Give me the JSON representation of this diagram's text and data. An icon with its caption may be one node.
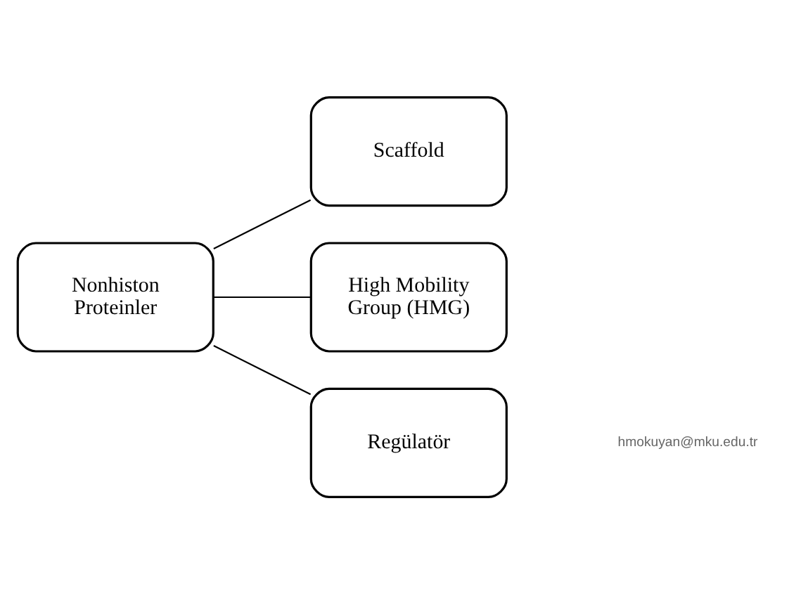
{
  "diagram": {
    "nodes": [
      {
        "text": [
          "Nonhiston Proteinler"
        ]
      },
      {
        "text": [
          "Scaffold"
        ]
      },
      {
        "text": [
          "High Mobility Group (HMG)"
        ]
      },
      {
        "text": [
          "Regülatör"
        ]
      }
    ],
    "edges": [
      {
        "from": 0,
        "to": 1,
        "arrow": "none"
      },
      {
        "from": 0,
        "to": 2,
        "arrow": "none"
      },
      {
        "from": 0,
        "to": 3,
        "arrow": "none"
      }
    ],
    "labels": [
      "hmokuyan@mku.edu.tr"
    ]
  }
}
